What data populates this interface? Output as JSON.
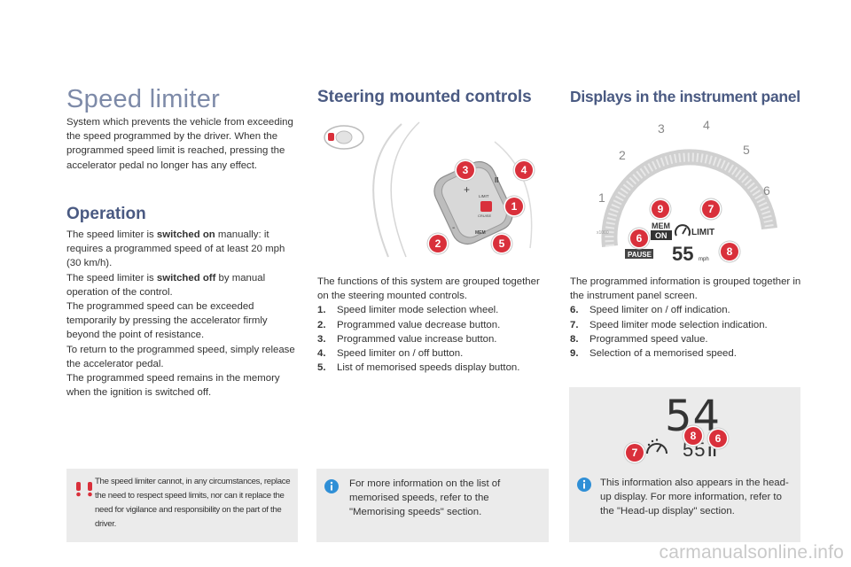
{
  "left": {
    "title": "Speed limiter",
    "intro": "System which prevents the vehicle from exceeding the speed programmed by the driver. When the programmed speed limit is reached, pressing the accelerator pedal no longer has any effect.",
    "operation_heading": "Operation",
    "op_p1_a": "The speed limiter is ",
    "op_p1_bold": "switched on",
    "op_p1_b": " manually: it requires a programmed speed of at least 20 mph (30 km/h).",
    "op_p2_a": "The speed limiter is ",
    "op_p2_bold": "switched off",
    "op_p2_b": " by manual operation of the control.",
    "op_p3": "The programmed speed can be exceeded temporarily by pressing the accelerator firmly beyond the point of resistance.",
    "op_p4": "To return to the programmed speed, simply release the accelerator pedal.",
    "op_p5": "The programmed speed remains in the memory when the ignition is switched off.",
    "warning": "The speed limiter cannot, in any circumstances, replace the need to respect speed limits, nor can it replace the need for vigilance and responsibility on the part of the driver."
  },
  "middle": {
    "heading": "Steering mounted controls",
    "intro": "The functions of this system are grouped together on the steering mounted controls.",
    "items": [
      {
        "num": "1.",
        "text": "Speed limiter mode selection wheel."
      },
      {
        "num": "2.",
        "text": "Programmed value decrease button."
      },
      {
        "num": "3.",
        "text": "Programmed value increase button."
      },
      {
        "num": "4.",
        "text": "Speed limiter on / off button."
      },
      {
        "num": "5.",
        "text": "List of memorised speeds display button."
      }
    ],
    "info": "For more information on the list of memorised speeds, refer to the \"Memorising speeds\" section.",
    "diagram": {
      "markers": [
        "3",
        "4",
        "1",
        "2",
        "5"
      ],
      "btn_plus": "+",
      "btn_pause": "II",
      "btn_minus": "-",
      "btn_mem": "MEM",
      "btn_limit": "LIMIT",
      "btn_cruise": "CRUISE"
    }
  },
  "right": {
    "heading": "Displays in the instrument panel",
    "intro": "The programmed information is grouped together in the instrument panel screen.",
    "items": [
      {
        "num": "6.",
        "text": "Speed limiter on / off indication."
      },
      {
        "num": "7.",
        "text": "Speed limiter mode selection indication."
      },
      {
        "num": "8.",
        "text": "Programmed speed value."
      },
      {
        "num": "9.",
        "text": "Selection of a memorised speed."
      }
    ],
    "info": "This information also appears in the head-up display. For more information, refer to the \"Head-up display\" section.",
    "gauge": {
      "ticks": [
        "1",
        "2",
        "3",
        "4",
        "5",
        "6"
      ],
      "mem_label": "MEM",
      "on_label": "ON",
      "limit_label": "LIMIT",
      "pause_label": "PAUSE",
      "speed_value": "55",
      "unit": "mph",
      "small_label": "x1000",
      "markers": [
        "9",
        "7",
        "6",
        "8"
      ]
    },
    "hud": {
      "speed": "54",
      "set_speed": "55",
      "pause_symbol": "II",
      "markers": [
        "8",
        "6",
        "7"
      ]
    }
  },
  "footer": "carmanualsonline.info",
  "colors": {
    "heading": "#4a5a82",
    "title": "#7d8aa8",
    "marker": "#d9303b",
    "box": "#ebebeb"
  }
}
